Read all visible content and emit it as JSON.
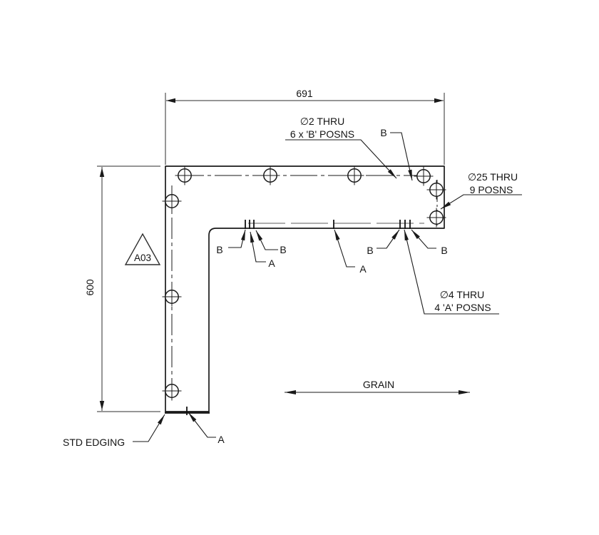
{
  "drawing": {
    "dim_width": "691",
    "dim_height": "600",
    "note_b": {
      "line1": "∅2 THRU",
      "line2": "6 x 'B' POSNS"
    },
    "note_25": {
      "line1": "∅25 THRU",
      "line2": "9 POSNS"
    },
    "note_a": {
      "line1": "∅4 THRU",
      "line2": "4 'A' POSNS"
    },
    "grain": "GRAIN",
    "std_edging": "STD EDGING",
    "flag": "A03",
    "label_a": "A",
    "label_b": "B"
  }
}
